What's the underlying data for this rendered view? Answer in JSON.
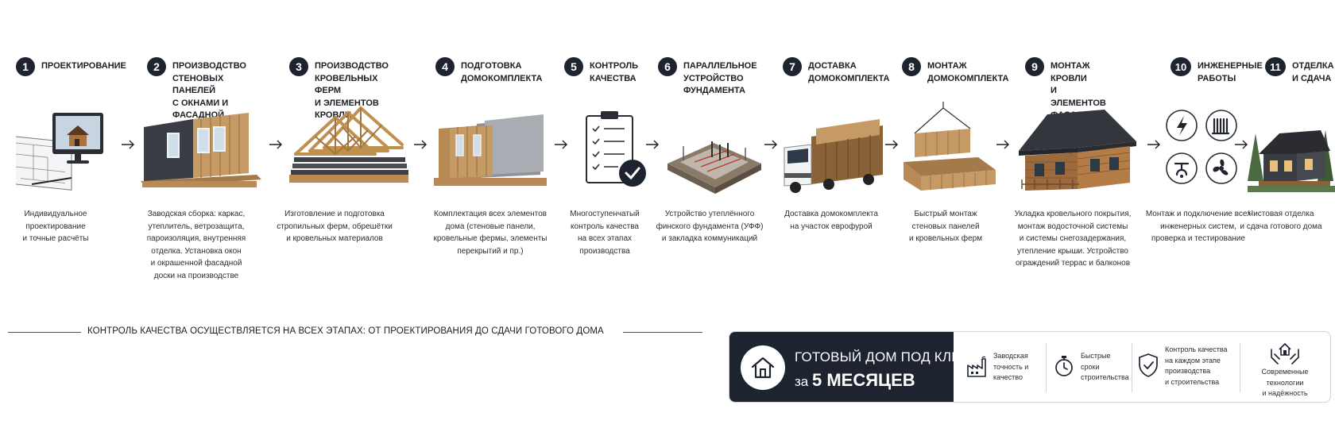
{
  "steps": [
    {
      "num": "1",
      "title": "ПРОЕКТИРОВАНИЕ",
      "desc": "Индивидуальное\nпроектирование\nи точные расчёты"
    },
    {
      "num": "2",
      "title": "ПРОИЗВОДСТВО\nСТЕНОВЫХ ПАНЕЛЕЙ\nС ОКНАМИ И ФАСАДНОЙ\nОТДЕЛКОЙ",
      "desc": "Заводская сборка: каркас,\nутеплитель, ветрозащита,\nпароизоляция, внутренняя\nотделка. Установка окон\nи окрашенной фасадной\nдоски на производстве"
    },
    {
      "num": "3",
      "title": "ПРОИЗВОДСТВО\nКРОВЕЛЬНЫХ ФЕРМ\nИ ЭЛЕМЕНТОВ КРОВЛИ",
      "desc": "Изготовление и подготовка\nстропильных ферм, обрешётки\nи кровельных материалов"
    },
    {
      "num": "4",
      "title": "ПОДГОТОВКА\nДОМОКОМПЛЕКТА",
      "desc": "Комплектация всех элементов\nдома (стеновые панели,\nкровельные фермы, элементы\nперекрытий и пр.)"
    },
    {
      "num": "5",
      "title": "КОНТРОЛЬ\nКАЧЕСТВА",
      "desc": "Многоступенчатый\nконтроль качества\nна всех этапах\nпроизводства"
    },
    {
      "num": "6",
      "title": "ПАРАЛЛЕЛЬНОЕ\nУСТРОЙСТВО\nФУНДАМЕНТА",
      "desc": "Устройство утеплённого\nфинского фундамента (УФФ)\nи закладка коммуникаций"
    },
    {
      "num": "7",
      "title": "ДОСТАВКА\nДОМОКОМПЛЕКТА",
      "desc": "Доставка домокомплекта\nна участок еврофурой"
    },
    {
      "num": "8",
      "title": "МОНТАЖ\nДОМОКОМПЛЕКТА",
      "desc": "Быстрый монтаж\nстеновых панелей\nи кровельных ферм"
    },
    {
      "num": "9",
      "title": "МОНТАЖ КРОВЛИ\nИ ЭЛЕМЕНТОВ ФАСАДА",
      "desc": "Укладка кровельного покрытия,\nмонтаж водосточной системы\nи системы снегозадержания,\nутепление крыши. Устройство\nограждений террас и балконов"
    },
    {
      "num": "10",
      "title": "ИНЖЕНЕРНЫЕ\nРАБОТЫ",
      "desc": "Монтаж и подключение всех\nинженерных систем,\nпроверка и тестирование"
    },
    {
      "num": "11",
      "title": "ОТДЕЛКА\nИ СДАЧА",
      "desc": "Чистовая отделка\nи сдача готового дома"
    }
  ],
  "quality_note": "КОНТРОЛЬ КАЧЕСТВА ОСУЩЕСТВЛЯЕТСЯ НА ВСЕХ ЭТАПАХ: ОТ ПРОЕКТИРОВАНИЯ ДО СДАЧИ ГОТОВОГО ДОМА",
  "banner": {
    "title_line1": "ГОТОВЫЙ ДОМ ПОД КЛЮЧ",
    "title_prefix": "за",
    "title_emphasis": "5 МЕСЯЦЕВ",
    "features": [
      {
        "icon": "factory-icon",
        "text": "Заводская\nточность и\nкачество"
      },
      {
        "icon": "stopwatch-icon",
        "text": "Быстрые\nсроки\nстроительства"
      },
      {
        "icon": "shield-check-icon",
        "text": "Контроль качества\nна каждом этапе\nпроизводства\nи строительства"
      },
      {
        "icon": "hands-house-icon",
        "text": "Современные\nтехнологии\nи надёжность"
      }
    ]
  },
  "colors": {
    "dark": "#1e2330",
    "wood": "#b98a55",
    "wood_dark": "#8a6238",
    "panel": "#3a3d44",
    "text": "#1b1d24"
  }
}
